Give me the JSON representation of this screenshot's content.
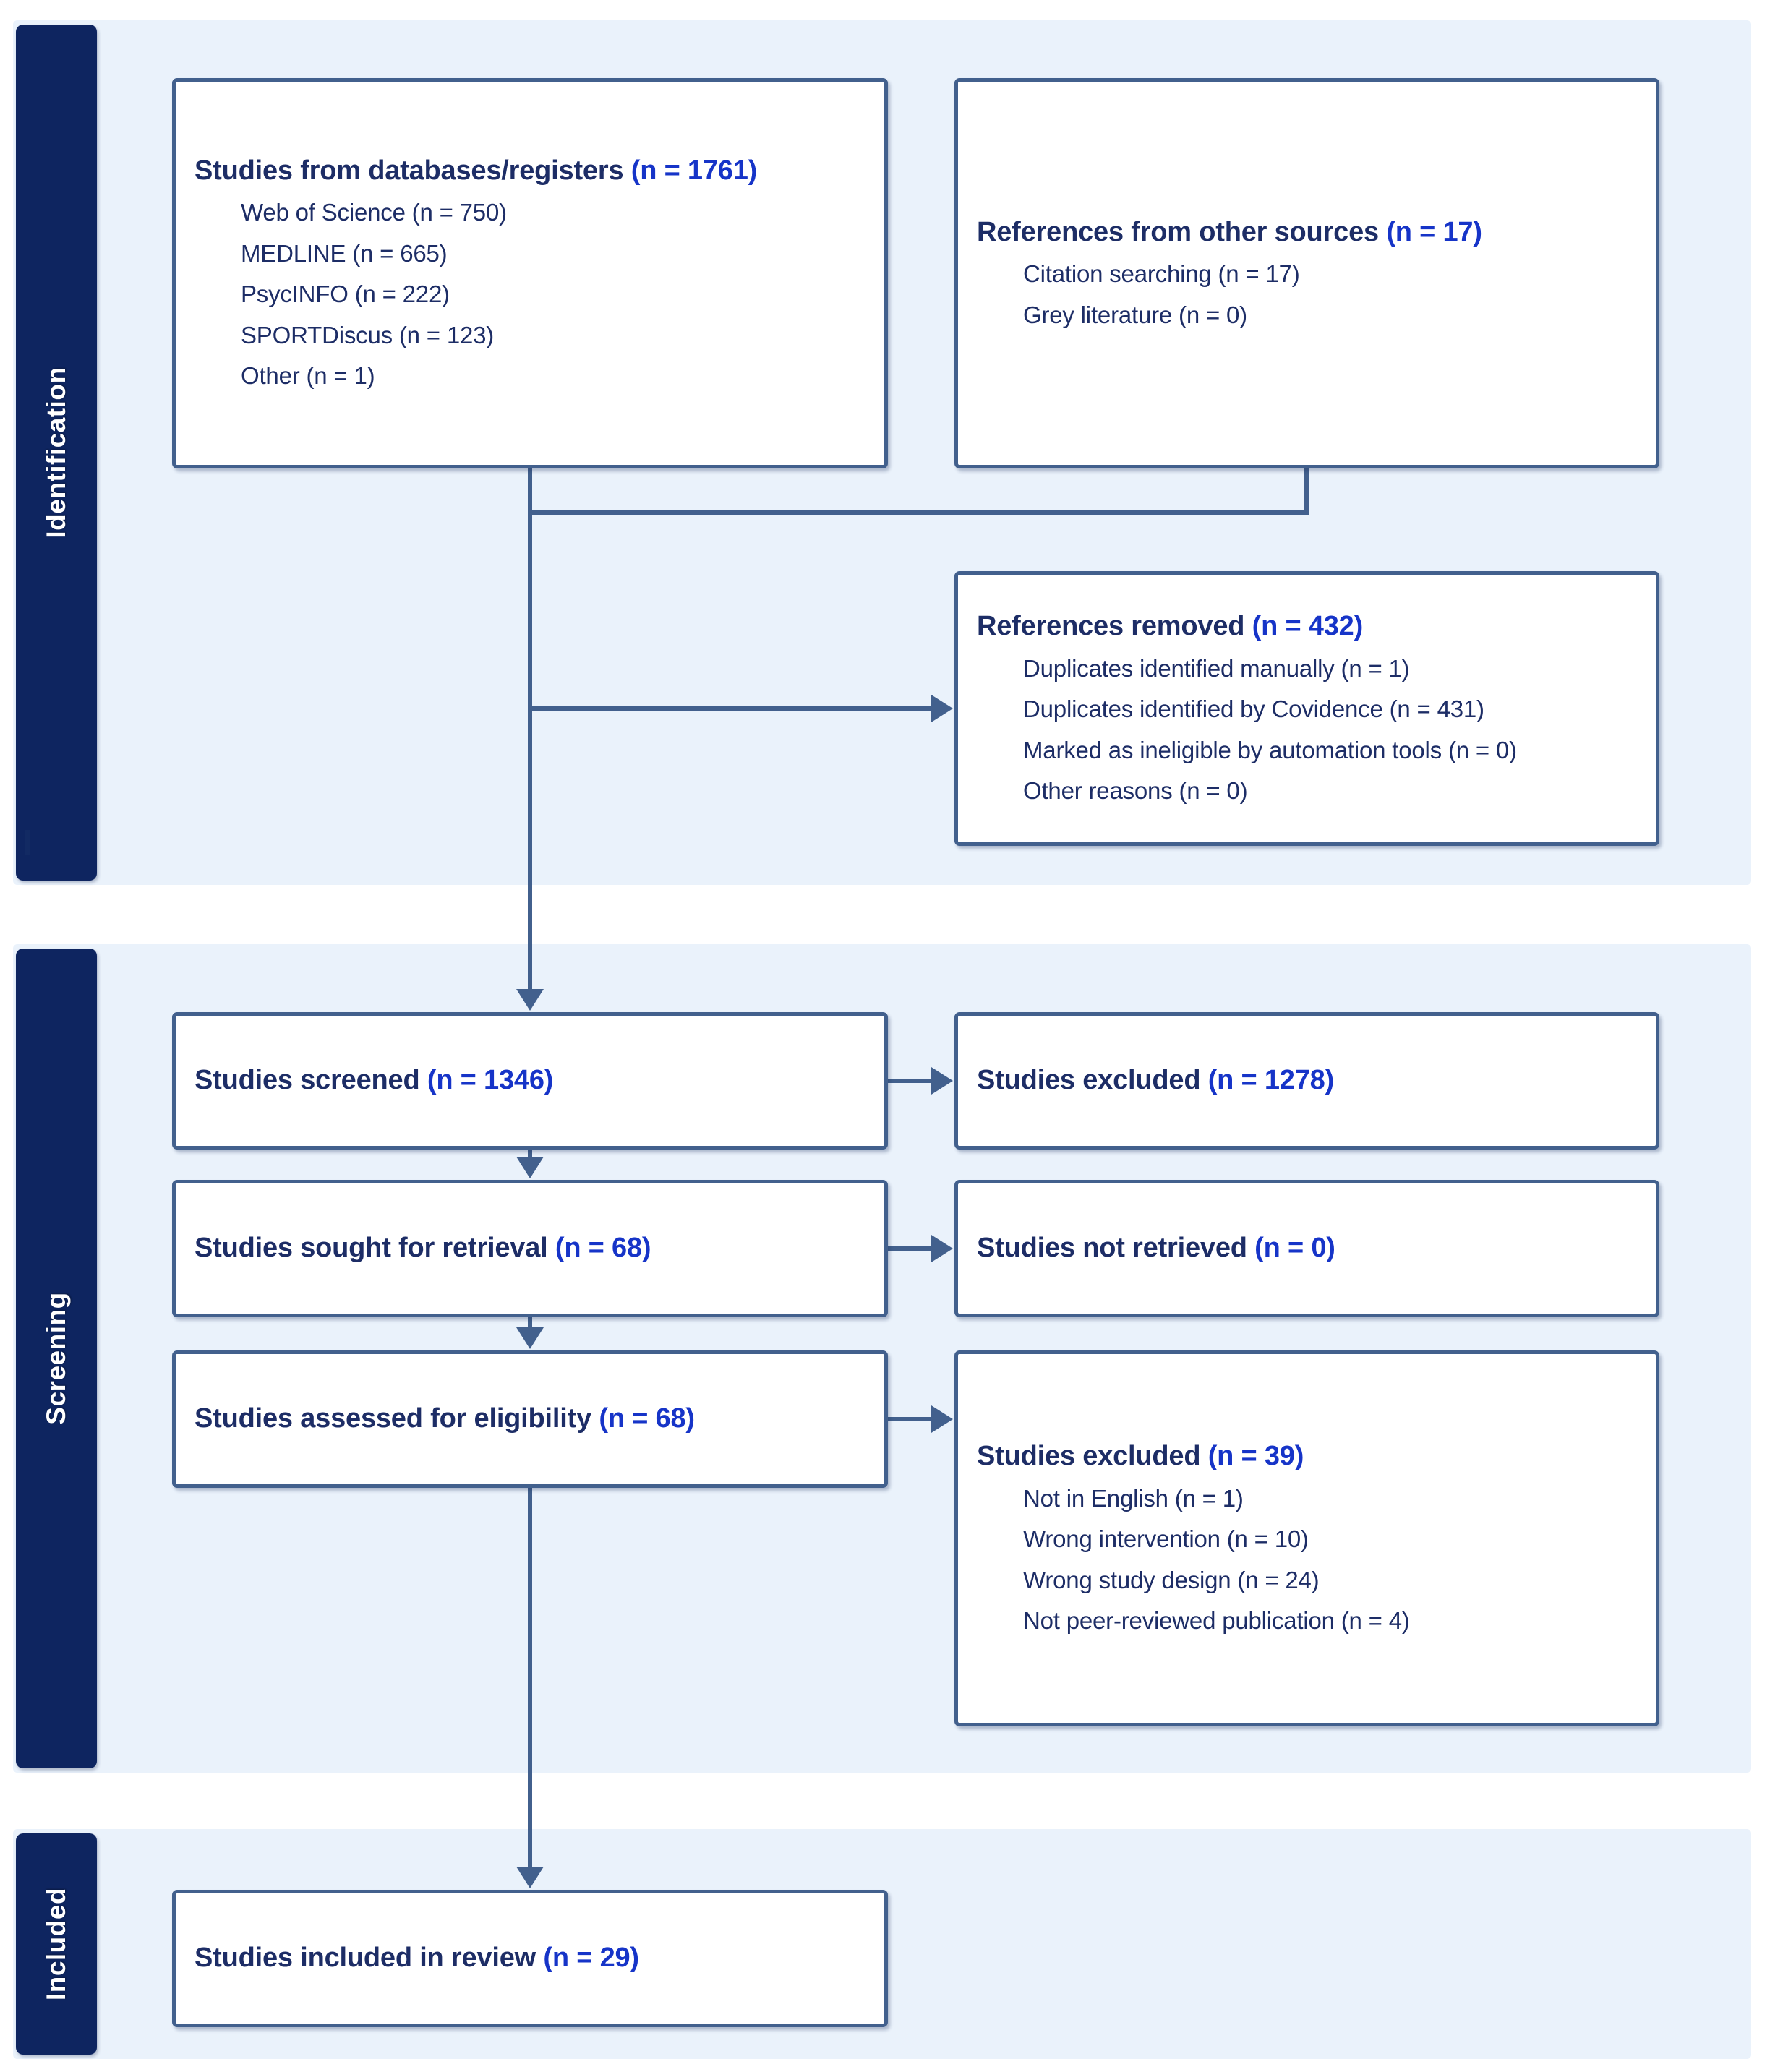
{
  "diagram": {
    "type": "prisma-flow-diagram",
    "accent_color": "#1634c8",
    "text_color": "#1d2d66",
    "band_color": "#eaf2fb",
    "tab_color": "#0e2560",
    "border_color": "#42608d"
  },
  "stages": {
    "identification": "Identification",
    "screening": "Screening",
    "included": "Included"
  },
  "boxes": {
    "databases": {
      "title_text": "Studies from databases/registers ",
      "title_n": "(n = 1761)",
      "items": [
        "Web of Science (n = 750)",
        "MEDLINE (n = 665)",
        "PsycINFO (n = 222)",
        "SPORTDiscus (n = 123)",
        "Other (n = 1)"
      ]
    },
    "other_sources": {
      "title_text": "References from other sources ",
      "title_n": "(n = 17)",
      "items": [
        "Citation searching (n = 17)",
        "Grey literature (n = 0)"
      ]
    },
    "refs_removed": {
      "title_text": "References removed ",
      "title_n": "(n = 432)",
      "items": [
        "Duplicates identified manually (n = 1)",
        "Duplicates identified by Covidence (n = 431)",
        "Marked as ineligible by automation tools (n = 0)",
        "Other reasons (n = 0)"
      ]
    },
    "screened": {
      "title_text": "Studies screened ",
      "title_n": "(n = 1346)",
      "items": []
    },
    "excluded_screen": {
      "title_text": "Studies excluded ",
      "title_n": "(n = 1278)",
      "items": []
    },
    "sought": {
      "title_text": "Studies sought for retrieval ",
      "title_n": "(n = 68)",
      "items": []
    },
    "not_retrieved": {
      "title_text": "Studies not retrieved ",
      "title_n": "(n = 0)",
      "items": []
    },
    "assessed": {
      "title_text": "Studies assessed for eligibility ",
      "title_n": "(n = 68)",
      "items": []
    },
    "excluded_elig": {
      "title_text": "Studies excluded ",
      "title_n": "(n = 39)",
      "items": [
        "Not in English (n = 1)",
        "Wrong intervention (n = 10)",
        "Wrong study design (n = 24)",
        "Not peer-reviewed publication (n = 4)"
      ]
    },
    "included": {
      "title_text": "Studies included in review ",
      "title_n": "(n = 29)",
      "items": []
    }
  },
  "chart_data": {
    "type": "table",
    "title": "PRISMA 2020 flow diagram",
    "categories": [
      "Studies from databases/registers",
      "References from other sources",
      "References removed",
      "Studies screened",
      "Studies excluded (screening)",
      "Studies sought for retrieval",
      "Studies not retrieved",
      "Studies assessed for eligibility",
      "Studies excluded (eligibility)",
      "Studies included in review"
    ],
    "values": [
      1761,
      17,
      432,
      1346,
      1278,
      68,
      0,
      68,
      39,
      29
    ],
    "breakdowns": {
      "Studies from databases/registers": {
        "Web of Science": 750,
        "MEDLINE": 665,
        "PsycINFO": 222,
        "SPORTDiscus": 123,
        "Other": 1
      },
      "References from other sources": {
        "Citation searching": 17,
        "Grey literature": 0
      },
      "References removed": {
        "Duplicates identified manually": 1,
        "Duplicates identified by Covidence": 431,
        "Marked as ineligible by automation tools": 0,
        "Other reasons": 0
      },
      "Studies excluded (eligibility)": {
        "Not in English": 1,
        "Wrong intervention": 10,
        "Wrong study design": 24,
        "Not peer-reviewed publication": 4
      }
    }
  }
}
